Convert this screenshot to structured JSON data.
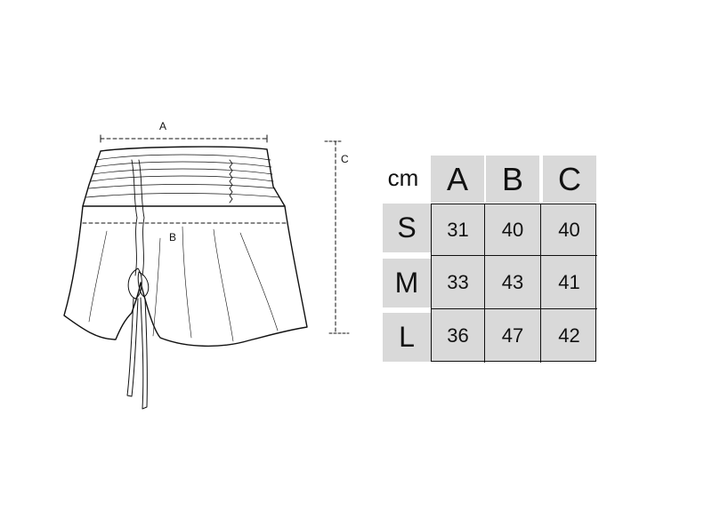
{
  "diagram": {
    "dimension_labels": [
      "A",
      "B",
      "C"
    ]
  },
  "size_chart": {
    "unit": "cm",
    "columns": [
      "A",
      "B",
      "C"
    ],
    "rows": [
      {
        "size": "S",
        "values": [
          "31",
          "40",
          "40"
        ]
      },
      {
        "size": "M",
        "values": [
          "33",
          "43",
          "41"
        ]
      },
      {
        "size": "L",
        "values": [
          "36",
          "47",
          "42"
        ]
      }
    ]
  }
}
